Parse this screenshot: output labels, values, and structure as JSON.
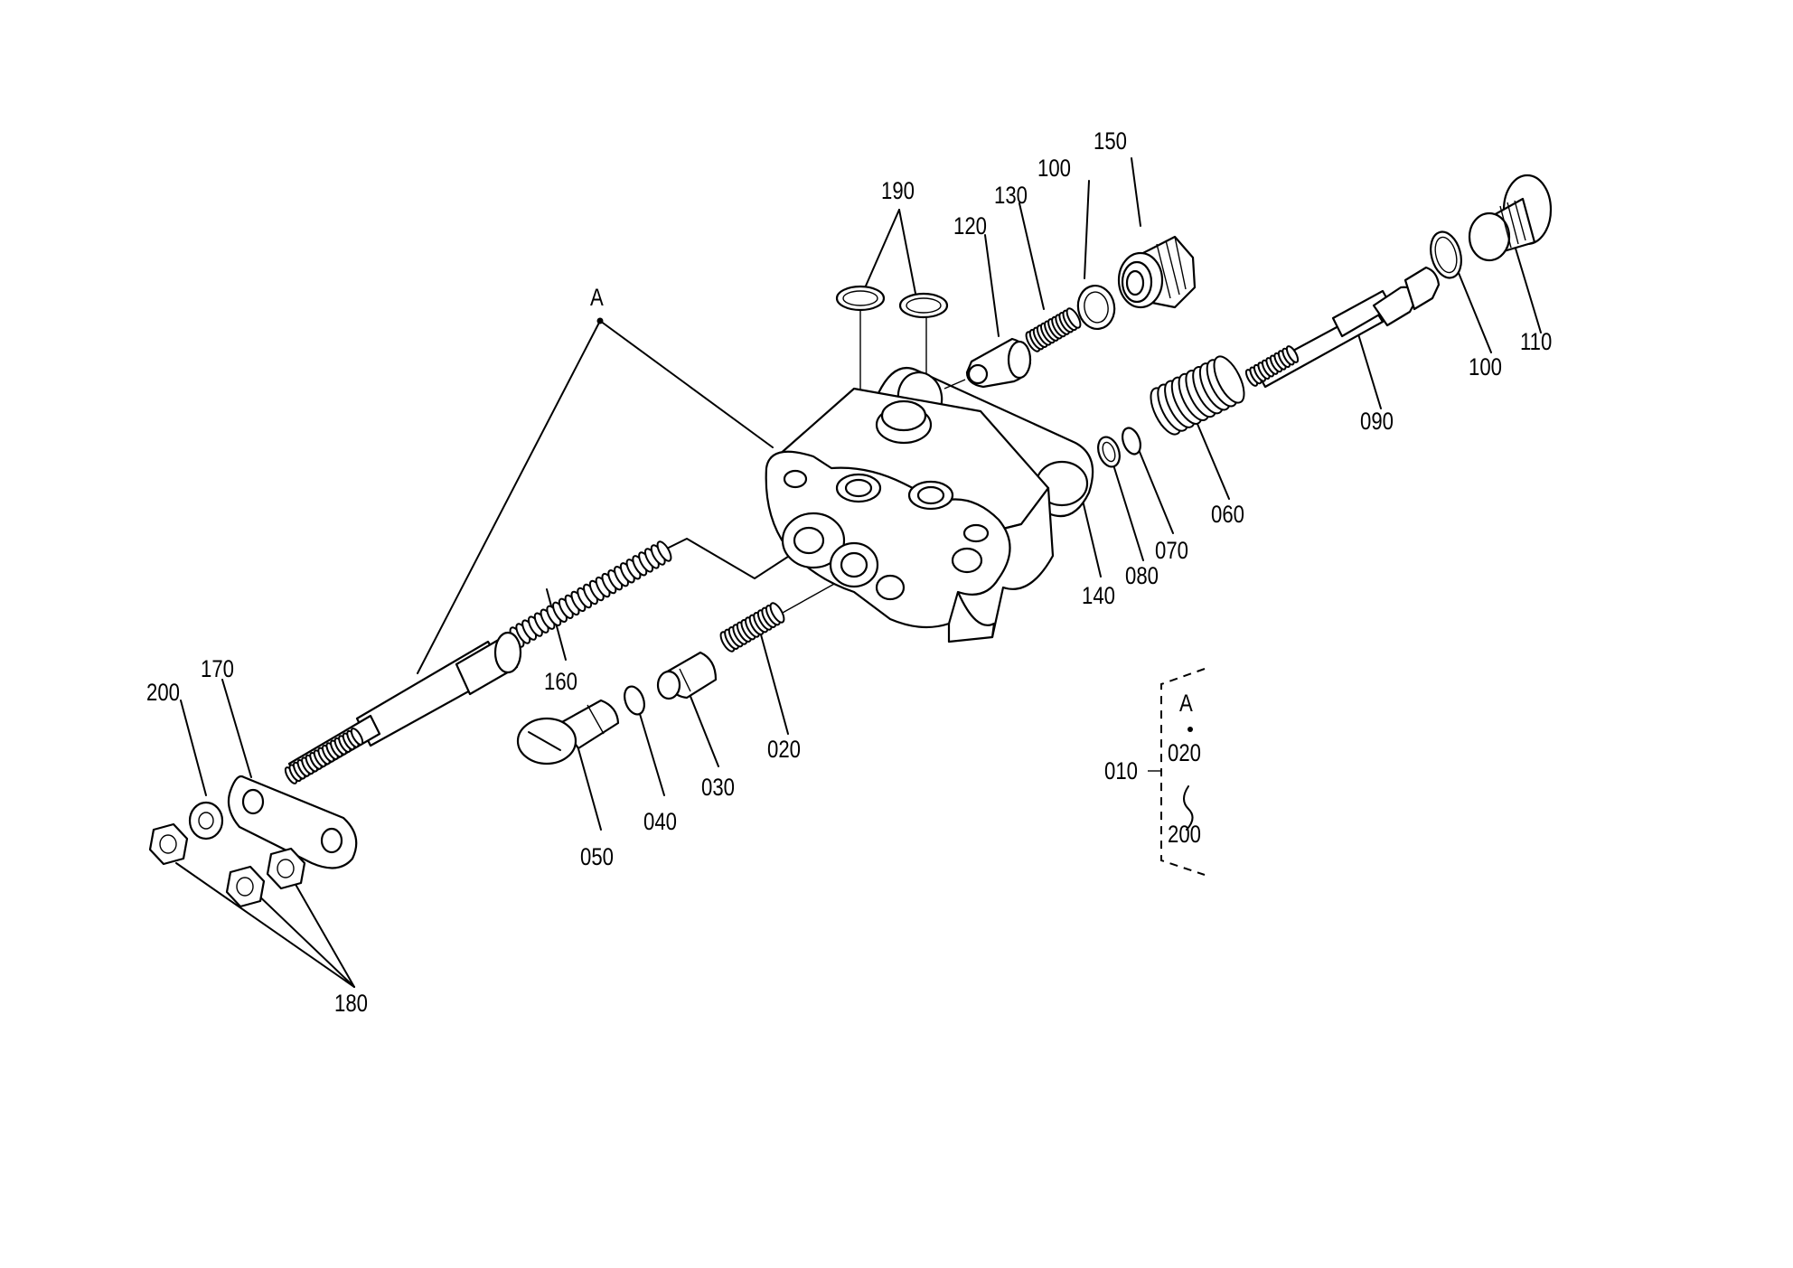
{
  "labels": {
    "l190": "190",
    "l150": "150",
    "l100a": "100",
    "l130": "130",
    "l120": "120",
    "l110": "110",
    "l100b": "100",
    "l090": "090",
    "lA": "A",
    "l060": "060",
    "l070": "070",
    "l080": "080",
    "l140": "140",
    "l160": "160",
    "l020": "020",
    "l030": "030",
    "l040": "040",
    "l050": "050",
    "l200": "200",
    "l170": "170",
    "l180": "180"
  },
  "legend": {
    "assembly": "010",
    "marker": "A",
    "from": "020",
    "to": "200"
  }
}
